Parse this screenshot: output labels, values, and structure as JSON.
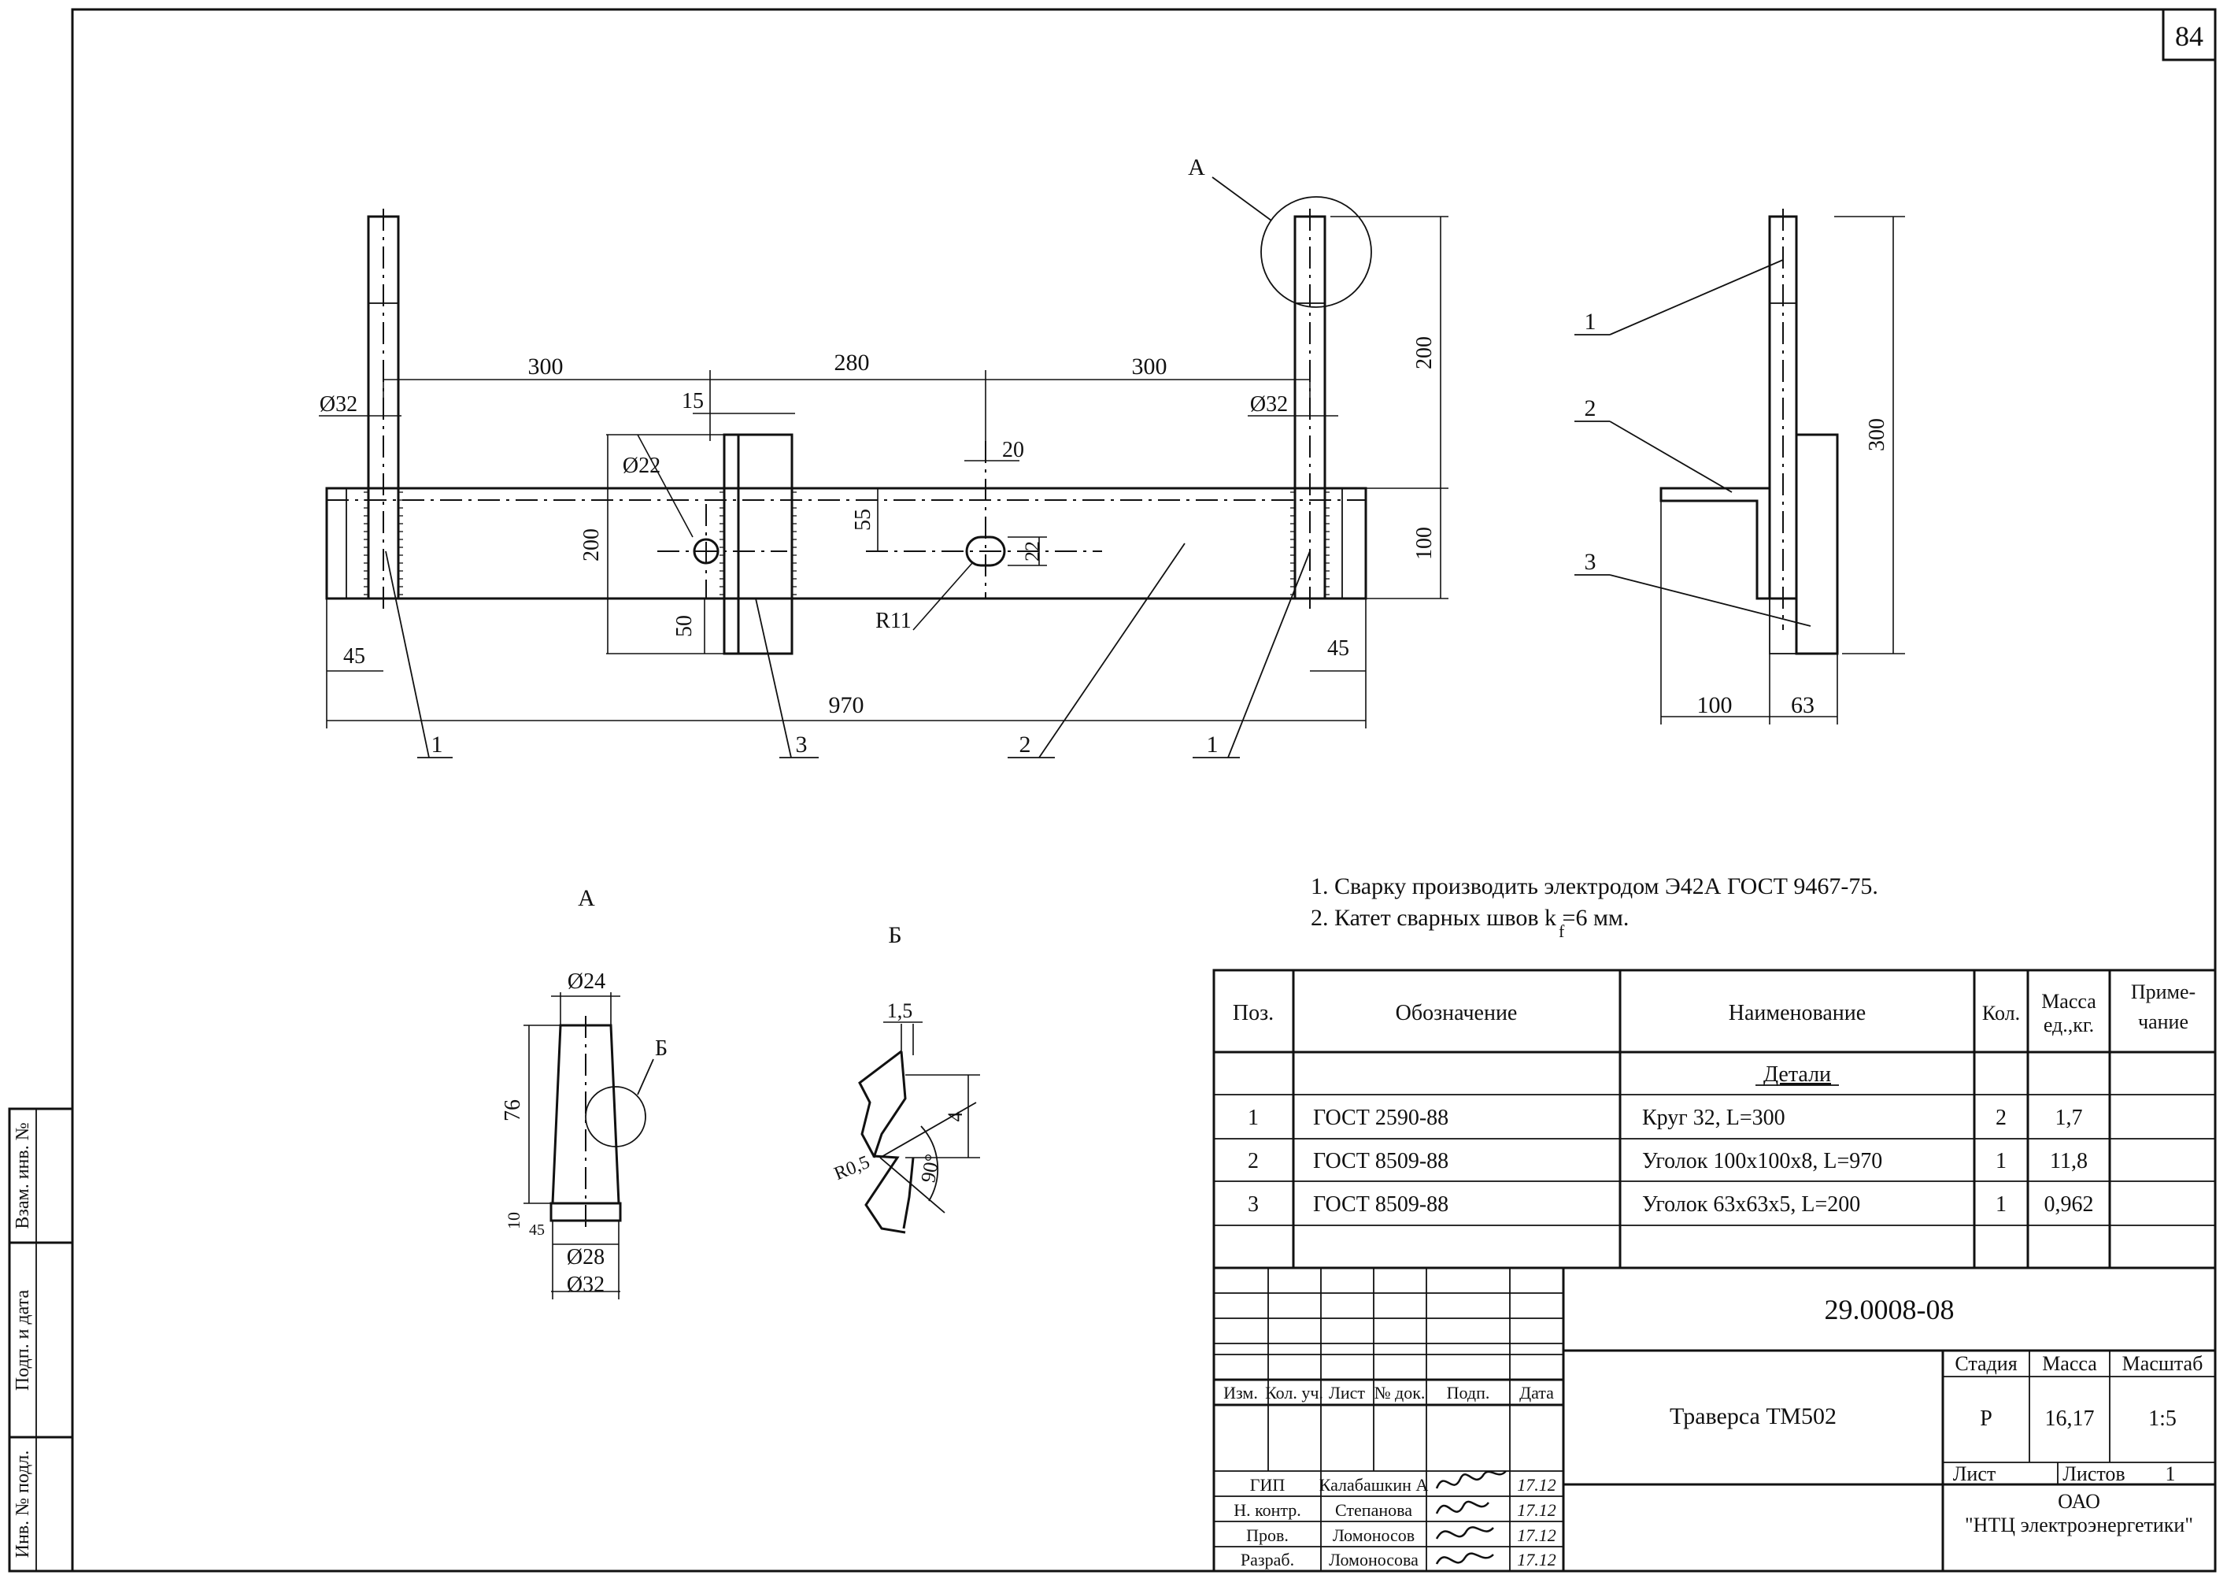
{
  "sheet_number": "84",
  "side_stamp": {
    "vzam": "Взам. инв. №",
    "podp": "Подп. и дата",
    "inv": "Инв. № подл."
  },
  "main_view": {
    "dims": {
      "d300a": "300",
      "d280": "280",
      "d300b": "300",
      "d15": "15",
      "d20": "20",
      "d32a": "Ø32",
      "d32b": "Ø32",
      "d22hole": "Ø22",
      "d200left": "200",
      "d55": "55",
      "d22slot": "22",
      "d50": "50",
      "r11": "R11",
      "d45a": "45",
      "d45b": "45",
      "d970": "970",
      "d200top": "200",
      "d100": "100"
    },
    "leaders": {
      "p1a": "1",
      "p3": "3",
      "p2": "2",
      "p1b": "1",
      "detailA": "А"
    }
  },
  "side_view": {
    "dims": {
      "d300": "300",
      "d100": "100",
      "d63": "63"
    },
    "leaders": {
      "p1": "1",
      "p2": "2",
      "p3": "3"
    }
  },
  "detail_a": {
    "title": "А",
    "dims": {
      "d24": "Ø24",
      "d76": "76",
      "d10": "10",
      "d45": "45",
      "d28": "Ø28",
      "d32": "Ø32",
      "callout": "Б"
    }
  },
  "detail_b": {
    "title": "Б",
    "dims": {
      "d15": "1,5",
      "d4": "4",
      "r05": "R0,5",
      "a90": "90°"
    }
  },
  "notes": [
    "1. Сварку производить электродом Э42А ГОСТ 9467-75.",
    "2. Катет сварных швов k =6 мм."
  ],
  "notes_subscript": "f",
  "spec": {
    "headers": {
      "pos": "Поз.",
      "designation": "Обозначение",
      "name": "Наименование",
      "qty": "Кол.",
      "mass1": "Масса",
      "mass2": "ед.,кг.",
      "note1": "Приме-",
      "note2": "чание"
    },
    "section": "Детали",
    "rows": [
      {
        "pos": "1",
        "designation": "ГОСТ 2590-88",
        "name": "Круг 32, L=300",
        "qty": "2",
        "mass": "1,7"
      },
      {
        "pos": "2",
        "designation": "ГОСТ 8509-88",
        "name": "Уголок 100x100x8,  L=970",
        "qty": "1",
        "mass": "11,8"
      },
      {
        "pos": "3",
        "designation": "ГОСТ 8509-88",
        "name": "Уголок 63x63x5,  L=200",
        "qty": "1",
        "mass": "0,962"
      }
    ]
  },
  "title_block": {
    "doc_number": "29.0008-08",
    "title": "Траверса ТМ502",
    "col_headers": {
      "izm": "Изм.",
      "kol": "Кол. уч.",
      "list": "Лист",
      "ndok": "№ док.",
      "podp": "Подп.",
      "data": "Дата"
    },
    "people": [
      {
        "role": "ГИП",
        "name": "Калабашкин А",
        "date": "17.12"
      },
      {
        "role": "Н. контр.",
        "name": "Степанова",
        "date": "17.12"
      },
      {
        "role": "Пров.",
        "name": "Ломоносов",
        "date": "17.12"
      },
      {
        "role": "Разраб.",
        "name": "Ломоносова",
        "date": "17.12"
      }
    ],
    "stage_label": "Стадия",
    "mass_label": "Масса",
    "scale_label": "Масштаб",
    "stage": "Р",
    "mass": "16,17",
    "scale": "1:5",
    "sheet_label": "Лист",
    "sheets_label": "Листов",
    "sheets": "1",
    "org1": "ОАО",
    "org2": "\"НТЦ электроэнергетики\""
  }
}
